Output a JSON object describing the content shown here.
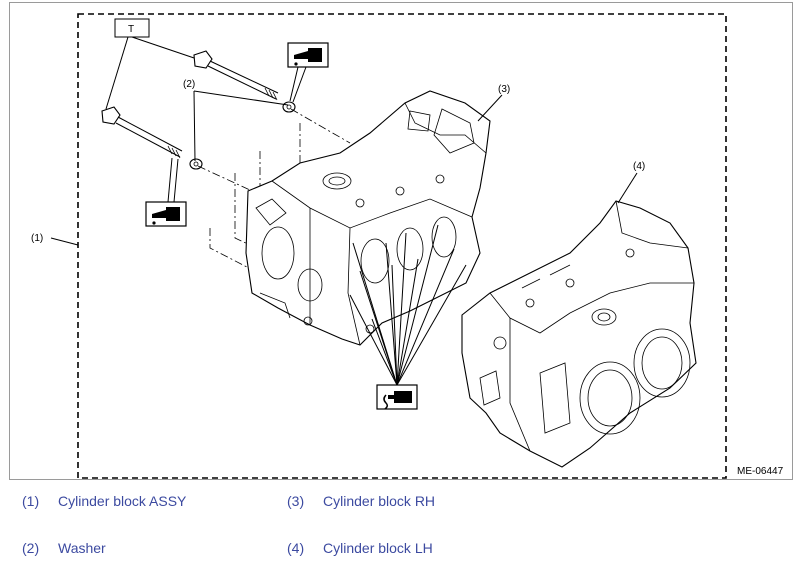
{
  "figure": {
    "code": "ME-06447",
    "callouts": [
      "(1)",
      "(2)",
      "(3)",
      "(4)"
    ],
    "torque_tag": "T",
    "icons": [
      "oil-can-icon",
      "oil-can-icon",
      "grease-applicator-icon"
    ]
  },
  "legend": [
    {
      "num": "(1)",
      "label": "Cylinder block ASSY"
    },
    {
      "num": "(3)",
      "label": "Cylinder block RH"
    },
    {
      "num": "(2)",
      "label": "Washer"
    },
    {
      "num": "(4)",
      "label": "Cylinder block LH"
    }
  ],
  "colors": {
    "legend_text": "#3c4aa0",
    "frame": "#9a9a9a",
    "lines": "#000000"
  }
}
